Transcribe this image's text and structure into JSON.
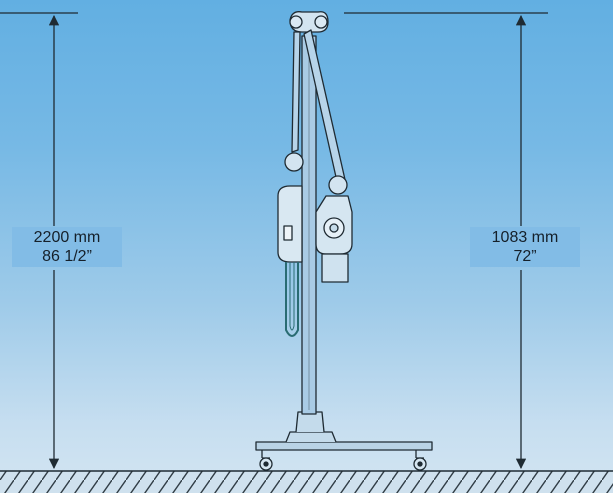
{
  "dimensions": {
    "overall_height": {
      "metric": "2200 mm",
      "imperial": "86 1/2”"
    },
    "arm_height": {
      "metric": "1083 mm",
      "imperial": "72”"
    }
  },
  "illustration": {
    "subject": "mobile-x-ray-stand-on-wheeled-base"
  }
}
